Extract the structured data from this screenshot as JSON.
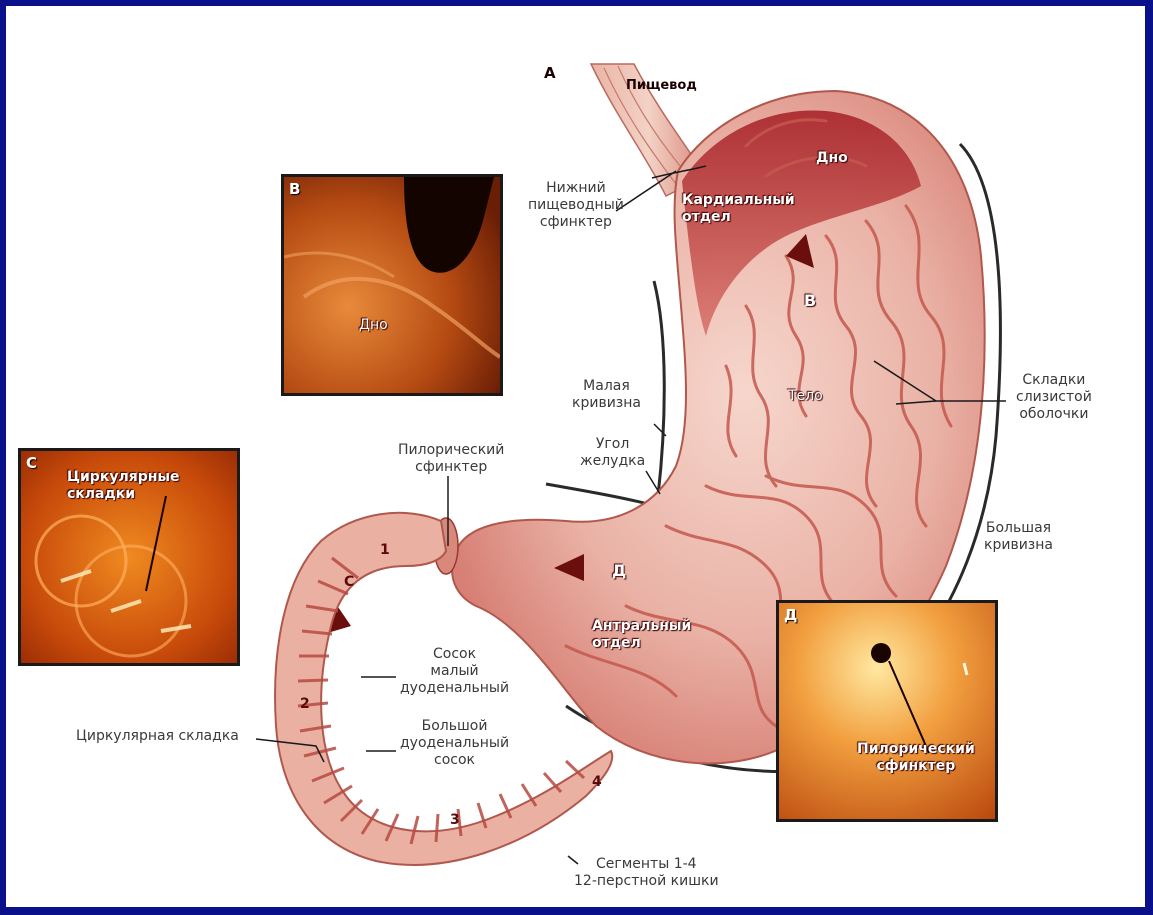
{
  "labels": {
    "section_a": "А",
    "esophagus": "Пищевод",
    "fundus": "Дно",
    "cardia": "Кардиальный\nотдел",
    "body_b": "В",
    "body": "Тело",
    "lower_sphincter": "Нижний\nпищеводный\nсфинктер",
    "lesser_curvature": "Малая\nкривизна",
    "gastric_angle": "Угол\nжелудка",
    "pyloric_sphincter": "Пилорический\nсфинктер",
    "mucosal_folds": "Складки\nслизистой\nоболочки",
    "greater_curvature": "Большая\nкривизна",
    "antrum_d": "Д",
    "antrum": "Антральный\nотдел",
    "minor_papilla": "Сосок\nмалый\nдуоденальный",
    "major_papilla": "Большой\nдуоденальный\nсосок",
    "circular_fold": "Циркулярная складка",
    "segments": "Сегменты 1-4\n12-перстной кишки",
    "seg1": "1",
    "seg2": "2",
    "seg3": "3",
    "seg4": "4",
    "duod_c": "C"
  },
  "insets": {
    "b": {
      "letter": "В",
      "caption": "Дно"
    },
    "c": {
      "letter": "С",
      "caption": "Циркулярные\nскладки"
    },
    "d": {
      "letter": "Д",
      "caption": "Пилорический\nсфинктер"
    }
  },
  "colors": {
    "frame": "#0a0f8a",
    "tissue_light": "#f2c9bf",
    "tissue_mid": "#e08a80",
    "tissue_dark": "#a8242a"
  }
}
